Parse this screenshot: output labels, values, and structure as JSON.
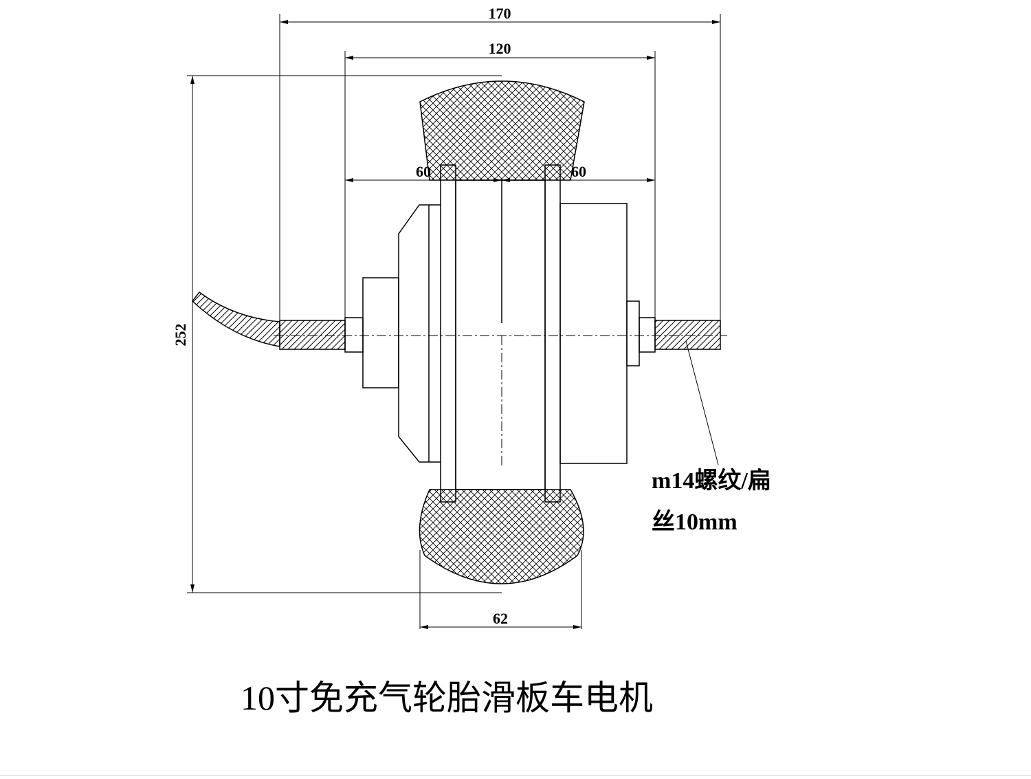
{
  "dimensions": {
    "overall_width": "170",
    "inner_width": "120",
    "left_offset": "60",
    "right_offset": "60",
    "diameter": "252",
    "tire_width": "62"
  },
  "annotation": {
    "line1": "m14螺纹/扁",
    "line2": "丝10mm"
  },
  "caption": "10寸免充气轮胎滑板车电机"
}
